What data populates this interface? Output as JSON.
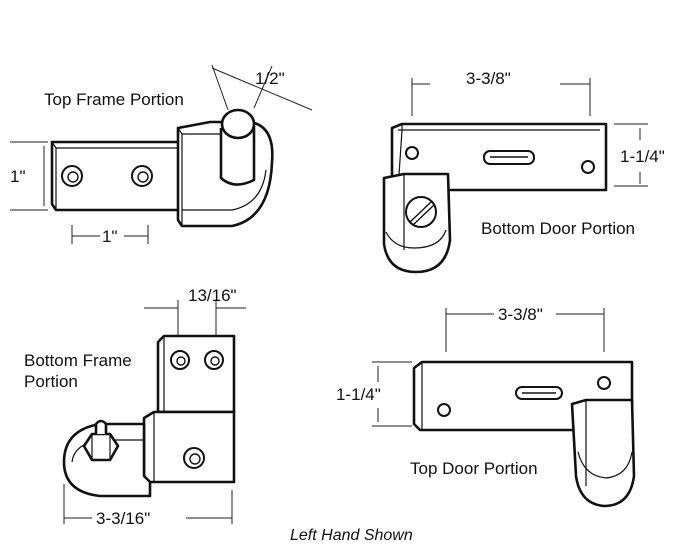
{
  "labels": {
    "top_frame": "Top Frame Portion",
    "bottom_door": "Bottom Door Portion",
    "bottom_frame_line1": "Bottom Frame",
    "bottom_frame_line2": "Portion",
    "top_door": "Top Door Portion",
    "caption": "Left Hand Shown"
  },
  "dimensions": {
    "pin_diameter": "1/2\"",
    "top_frame_height": "1\"",
    "top_frame_hole_spacing": "1\"",
    "bottom_door_length": "3-3/8\"",
    "bottom_door_height": "1-1/4\"",
    "bottom_frame_width": "13/16\"",
    "bottom_frame_length": "3-3/16\"",
    "top_door_length": "3-3/8\"",
    "top_door_height": "1-1/4\""
  }
}
